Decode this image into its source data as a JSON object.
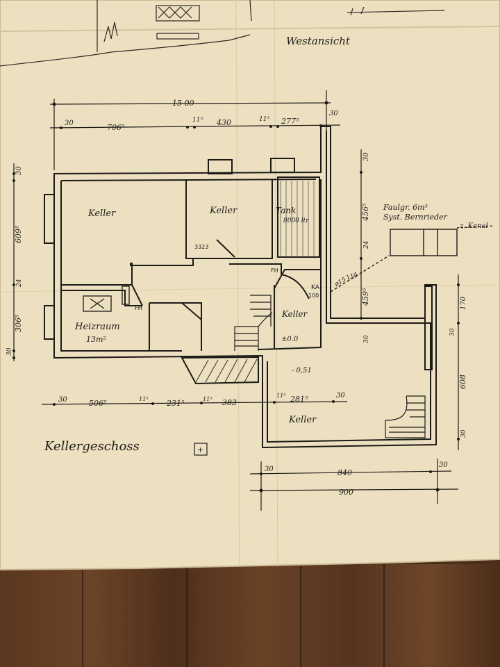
{
  "sheet": {
    "view_label": "Westansicht",
    "plan_title": "Kellergeschoss"
  },
  "rooms": {
    "keller_1": "Keller",
    "keller_2": "Keller",
    "tank": "Tank",
    "tank_volume": "8000 ltr",
    "heizraum": "Heizraum",
    "heizraum_area": "13m²",
    "keller_3": "Keller",
    "keller_4": "Keller"
  },
  "annotations": {
    "faulgr": "Faulgr. 6m³",
    "system": "Syst. Bernrieder",
    "kanal": "z. Kanal",
    "pipe": "ø15 Ltg",
    "ka": "KA",
    "ka_num": "100",
    "fh1": "FH",
    "fh2": "FH",
    "level_door": "3323",
    "level_top": "±0.0",
    "level_bottom": "- 0,51"
  },
  "dims_top": {
    "total": "15 00",
    "d30a": "30",
    "d706": "706⁵",
    "d11": "11⁵",
    "d430": "430",
    "d115": "11⁵",
    "d277": "277⁵",
    "d30b": "30"
  },
  "dims_left": {
    "d30": "30",
    "d609": "609⁵",
    "d24": "24",
    "d306": "306⁵",
    "d30b": "30"
  },
  "dims_right": {
    "d30": "30",
    "d456": "456⁵",
    "d24": "24",
    "d459": "459⁵",
    "d30b": "30",
    "d170": "170",
    "d30c": "30",
    "d608": "608",
    "d30d": "30"
  },
  "dims_bottom": {
    "d30": "30",
    "d506": "506⁵",
    "d11a": "11⁵",
    "d231": "231⁵",
    "d11b": "11⁵",
    "d383": "383",
    "d11c": "11⁵",
    "d281": "281⁵",
    "d30b": "30"
  },
  "dims_annex": {
    "d30a": "30",
    "d840": "840",
    "d30b": "30",
    "d900": "900"
  }
}
